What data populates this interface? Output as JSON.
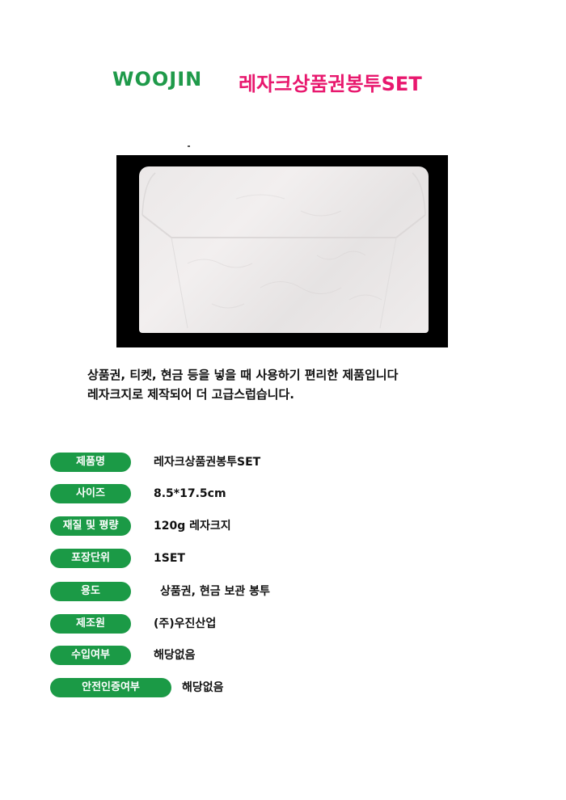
{
  "header": {
    "brand": "WOOJIN",
    "title": "레자크상품권봉투SET"
  },
  "description": {
    "line1": "상품권, 티켓, 현금 등을 넣을 때 사용하기 편리한 제품입니다",
    "line2": "레자크지로 제작되어 더 고급스럽습니다."
  },
  "specs": [
    {
      "label": "제품명",
      "value": "레자크상품권봉투SET"
    },
    {
      "label": "사이즈",
      "value": "8.5*17.5cm"
    },
    {
      "label": "재질 및 평량",
      "value": "120g 레자크지"
    },
    {
      "label": "포장단위",
      "value": "1SET"
    },
    {
      "label": "용도",
      "value": "상품권, 현금 보관 봉투"
    },
    {
      "label": "제조원",
      "value": "(주)우진산업"
    },
    {
      "label": "수입여부",
      "value": "해당없음"
    },
    {
      "label": "안전인증여부",
      "value": "해당없음"
    }
  ],
  "colors": {
    "brand": "#1f9a4a",
    "title": "#e8186e",
    "pill": "#1b9a46"
  }
}
